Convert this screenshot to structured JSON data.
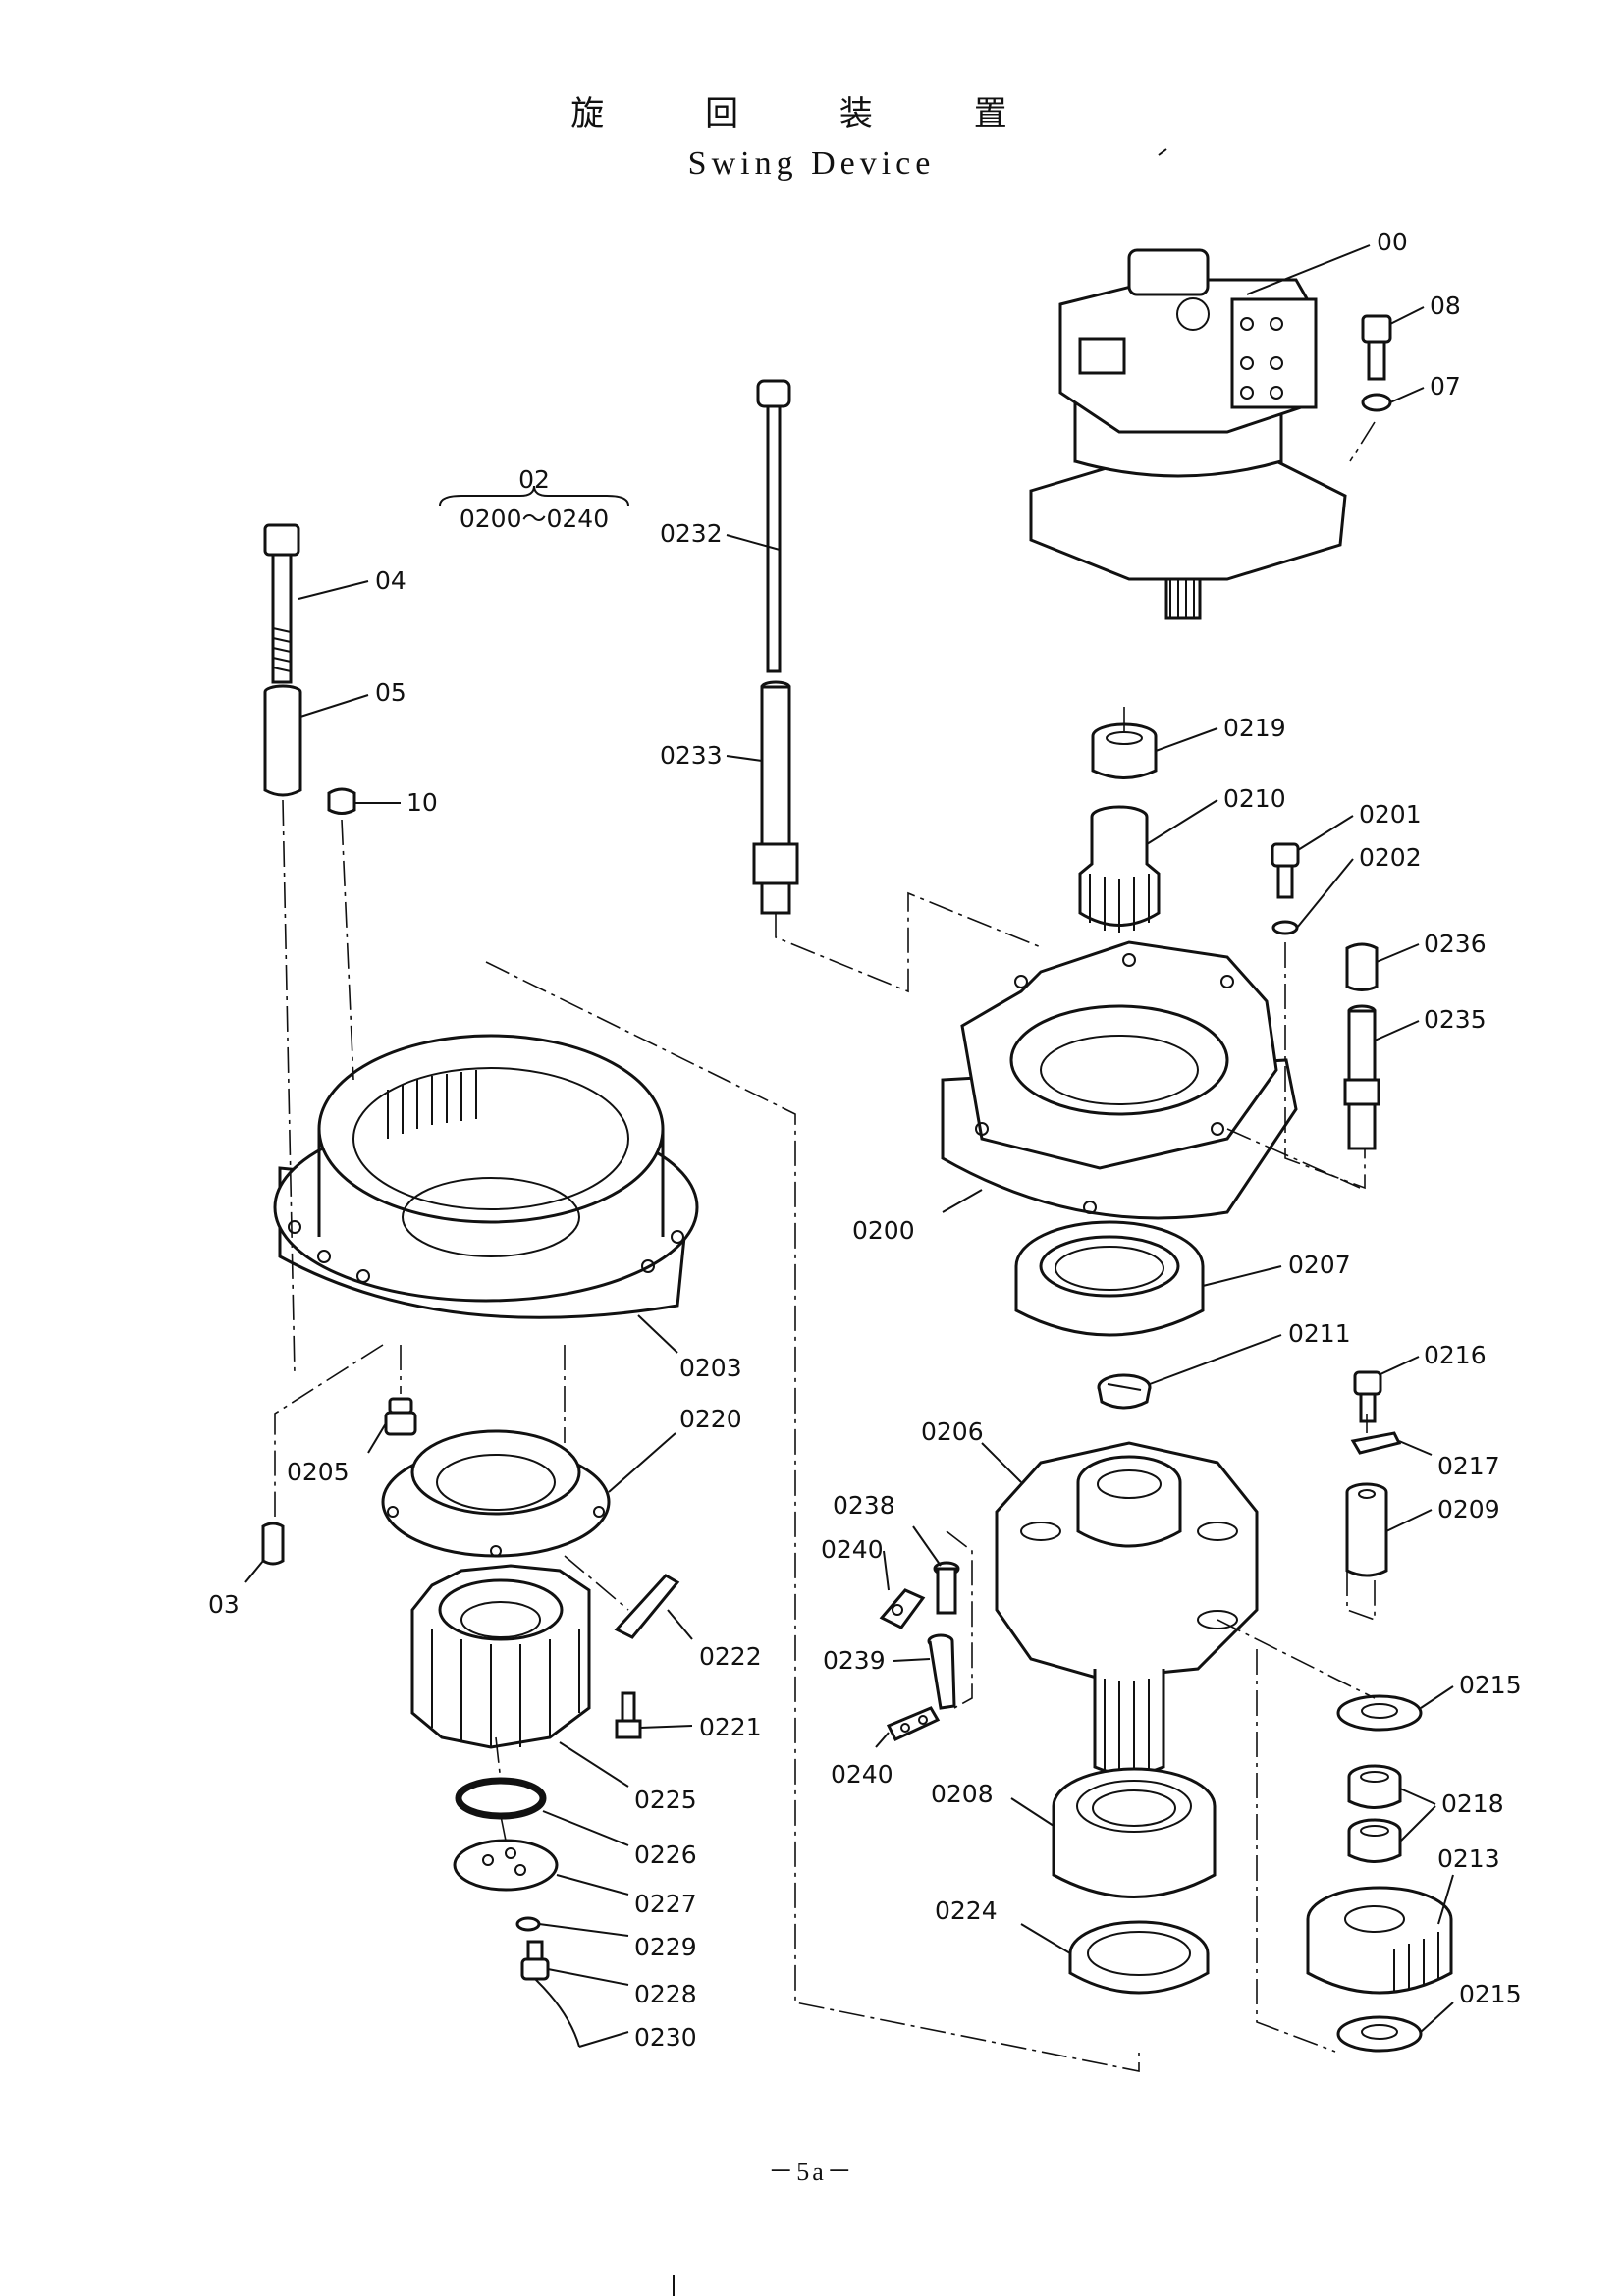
{
  "title_jp": "旋 回 装 置",
  "title_en": "Swing Device",
  "page_number": "－5a－",
  "group": {
    "label": "02",
    "range": "0200～0240"
  },
  "parts": [
    {
      "id": "00",
      "label": "00"
    },
    {
      "id": "08",
      "label": "08"
    },
    {
      "id": "07",
      "label": "07"
    },
    {
      "id": "04",
      "label": "04"
    },
    {
      "id": "05",
      "label": "05"
    },
    {
      "id": "10",
      "label": "10"
    },
    {
      "id": "0232",
      "label": "0232"
    },
    {
      "id": "0233",
      "label": "0233"
    },
    {
      "id": "0219",
      "label": "0219"
    },
    {
      "id": "0210",
      "label": "0210"
    },
    {
      "id": "0201",
      "label": "0201"
    },
    {
      "id": "0202",
      "label": "0202"
    },
    {
      "id": "0236",
      "label": "0236"
    },
    {
      "id": "0235",
      "label": "0235"
    },
    {
      "id": "0200",
      "label": "0200"
    },
    {
      "id": "0207",
      "label": "0207"
    },
    {
      "id": "0211",
      "label": "0211"
    },
    {
      "id": "0216",
      "label": "0216"
    },
    {
      "id": "0217",
      "label": "0217"
    },
    {
      "id": "0209",
      "label": "0209"
    },
    {
      "id": "0206",
      "label": "0206"
    },
    {
      "id": "0238",
      "label": "0238"
    },
    {
      "id": "0240a",
      "label": "0240"
    },
    {
      "id": "0239",
      "label": "0239"
    },
    {
      "id": "0240b",
      "label": "0240"
    },
    {
      "id": "0215a",
      "label": "0215"
    },
    {
      "id": "0218",
      "label": "0218"
    },
    {
      "id": "0213",
      "label": "0213"
    },
    {
      "id": "0215b",
      "label": "0215"
    },
    {
      "id": "0208",
      "label": "0208"
    },
    {
      "id": "0224",
      "label": "0224"
    },
    {
      "id": "0203",
      "label": "0203"
    },
    {
      "id": "0220",
      "label": "0220"
    },
    {
      "id": "0205",
      "label": "0205"
    },
    {
      "id": "03",
      "label": "03"
    },
    {
      "id": "0222",
      "label": "0222"
    },
    {
      "id": "0221",
      "label": "0221"
    },
    {
      "id": "0225",
      "label": "0225"
    },
    {
      "id": "0226",
      "label": "0226"
    },
    {
      "id": "0227",
      "label": "0227"
    },
    {
      "id": "0229",
      "label": "0229"
    },
    {
      "id": "0228",
      "label": "0228"
    },
    {
      "id": "0230",
      "label": "0230"
    }
  ]
}
